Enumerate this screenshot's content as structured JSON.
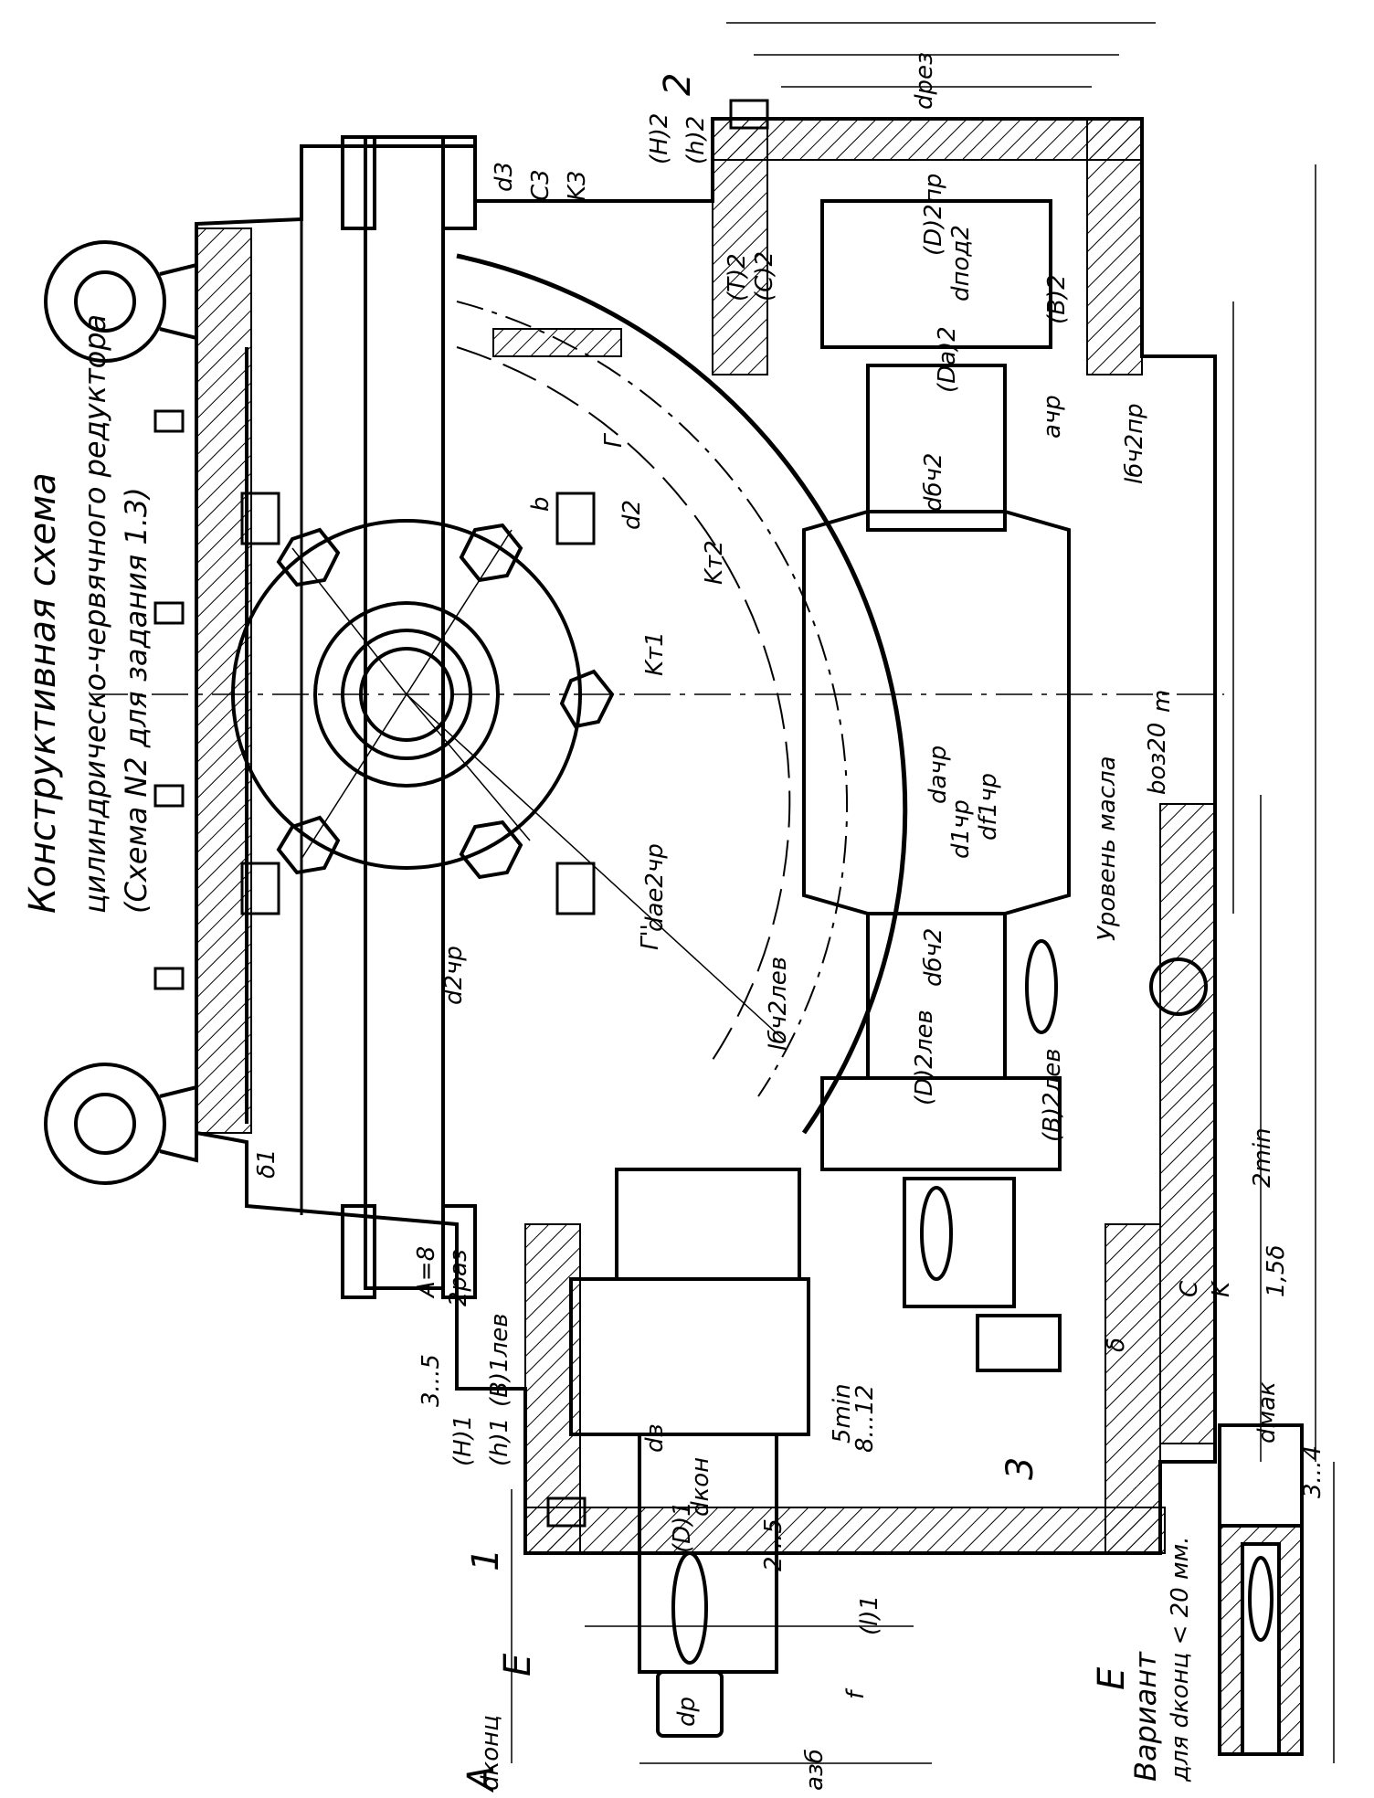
{
  "title": {
    "line1": "Конструктивная схема",
    "line2": "цилиндрическо-червячного редуктора",
    "line3": "(Схема N2 для задания 1.3)"
  },
  "variant": {
    "label": "Вариант",
    "condition": "для dконц < 20 мм.",
    "view_letter": "Е"
  },
  "view_marks": {
    "arrow_view": "А",
    "section_mark": "Е"
  },
  "part_numbers": [
    "1",
    "2",
    "3"
  ],
  "labels": {
    "oil_level": "Уровень масла",
    "d2chr": "d2чр",
    "dae2chr": "dаe2чр",
    "dachr": "dачр",
    "d1chr": "d1чр",
    "df1chr": "df1чр",
    "dbch2": "dбч2",
    "d_bch2_lower": "dбч2",
    "d_pod2": "dпод2",
    "D2pr": "(D)2пр",
    "D2lev": "(D)2лев",
    "d_res": "dрез",
    "Da2": "(Da)2",
    "a_chr": "aчр",
    "a_zb": "aзб",
    "Kt1": "Kт1",
    "Kt2": "Kт2",
    "G": "Г",
    "G_double": "Г''",
    "m": "m",
    "b_ozi": "bоз20",
    "l_bch2pr": "lбч2пр",
    "l_bch2lev": "lбч2лев",
    "B2": "(B)2",
    "B2lev": "(B)2лев",
    "H2": "(H)2",
    "h2": "(h)2",
    "T2": "(T)2",
    "C2": "(C)2",
    "d_kon": "dкон",
    "d_konts": "dконц",
    "D1": "(D)1",
    "H1": "(H)1",
    "h1": "(h)1",
    "B1lev": "(B)1лев",
    "l1": "(l)1",
    "A_8": "A=8",
    "two_times": "2раз",
    "three_five": "3...5",
    "eight_twelve": "8...12",
    "two_five": "2...5",
    "five_min": "5min",
    "two_min": "2min",
    "delta": "δ",
    "delta1": "δ1",
    "C": "C",
    "K": "K",
    "d2": "d2",
    "d3": "d3",
    "C3": "C3",
    "K3": "K3",
    "b": "b",
    "f": "f",
    "one_five_delta": "1,5δ",
    "three_four": "3...4",
    "d_man": "dмак",
    "d_b": "dв",
    "d_p": "dр"
  }
}
